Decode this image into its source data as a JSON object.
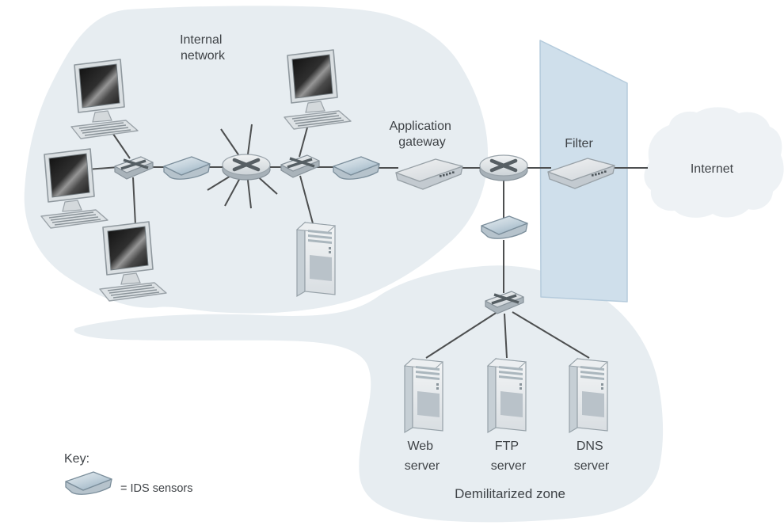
{
  "diagram": {
    "type": "network-security-topology",
    "labels": {
      "internal1": "Internal",
      "internal2": "network",
      "appgw1": "Application",
      "appgw2": "gateway",
      "filter": "Filter",
      "internet": "Internet",
      "web1": "Web",
      "web2": "server",
      "ftp1": "FTP",
      "ftp2": "server",
      "dns1": "DNS",
      "dns2": "server",
      "dmz": "Demilitarized zone",
      "key_title": "Key:",
      "key_ids": "= IDS sensors"
    },
    "colors": {
      "zone_fill": "#e7edf1",
      "cloud_fill": "#eef2f5",
      "wall_fill": "#cfdfeb",
      "wall_stroke": "#b5cbdc",
      "connection_line": "#4d4f50",
      "text": "#3f4347",
      "ids_sensor_top": "#a9bfce",
      "device_gray": "#c6cdd2"
    },
    "zones": [
      {
        "name": "Internal network",
        "contains": [
          "3 workstations",
          "switch",
          "IDS sensor",
          "router hub",
          "switch",
          "workstation",
          "server",
          "IDS sensor",
          "application gateway"
        ]
      },
      {
        "name": "Demilitarized zone",
        "contains": [
          "switch",
          "Web server",
          "FTP server",
          "DNS server"
        ]
      },
      {
        "name": "Internet",
        "shape": "cloud"
      }
    ],
    "nodes": [
      {
        "id": "ws1",
        "type": "workstation"
      },
      {
        "id": "ws2",
        "type": "workstation"
      },
      {
        "id": "ws3",
        "type": "workstation"
      },
      {
        "id": "ws4",
        "type": "workstation"
      },
      {
        "id": "sw1",
        "type": "switch"
      },
      {
        "id": "ids1",
        "type": "ids-sensor"
      },
      {
        "id": "hub1",
        "type": "router-hub-with-spokes"
      },
      {
        "id": "sw2",
        "type": "switch"
      },
      {
        "id": "srv1",
        "type": "server-tower"
      },
      {
        "id": "ids2",
        "type": "ids-sensor"
      },
      {
        "id": "appgw",
        "type": "appliance",
        "label": "Application gateway"
      },
      {
        "id": "rtr2",
        "type": "router"
      },
      {
        "id": "flt",
        "type": "appliance",
        "label": "Filter"
      },
      {
        "id": "ids3",
        "type": "ids-sensor"
      },
      {
        "id": "sw3",
        "type": "switch"
      },
      {
        "id": "web",
        "type": "server-tower",
        "label": "Web server"
      },
      {
        "id": "ftp",
        "type": "server-tower",
        "label": "FTP server"
      },
      {
        "id": "dns",
        "type": "server-tower",
        "label": "DNS server"
      },
      {
        "id": "internet",
        "type": "cloud",
        "label": "Internet"
      }
    ],
    "connections": [
      [
        "ws1",
        "sw1"
      ],
      [
        "ws2",
        "sw1"
      ],
      [
        "ws3",
        "sw1"
      ],
      [
        "sw1",
        "ids1"
      ],
      [
        "ids1",
        "hub1"
      ],
      [
        "hub1",
        "sw2"
      ],
      [
        "ws4",
        "sw2"
      ],
      [
        "sw2",
        "srv1"
      ],
      [
        "sw2",
        "ids2"
      ],
      [
        "ids2",
        "appgw"
      ],
      [
        "appgw",
        "rtr2"
      ],
      [
        "rtr2",
        "flt"
      ],
      [
        "flt",
        "internet"
      ],
      [
        "rtr2",
        "ids3"
      ],
      [
        "ids3",
        "sw3"
      ],
      [
        "sw3",
        "web"
      ],
      [
        "sw3",
        "ftp"
      ],
      [
        "sw3",
        "dns"
      ]
    ],
    "key": {
      "title": "Key:",
      "symbol": "ids-sensor",
      "meaning": "= IDS sensors"
    }
  }
}
